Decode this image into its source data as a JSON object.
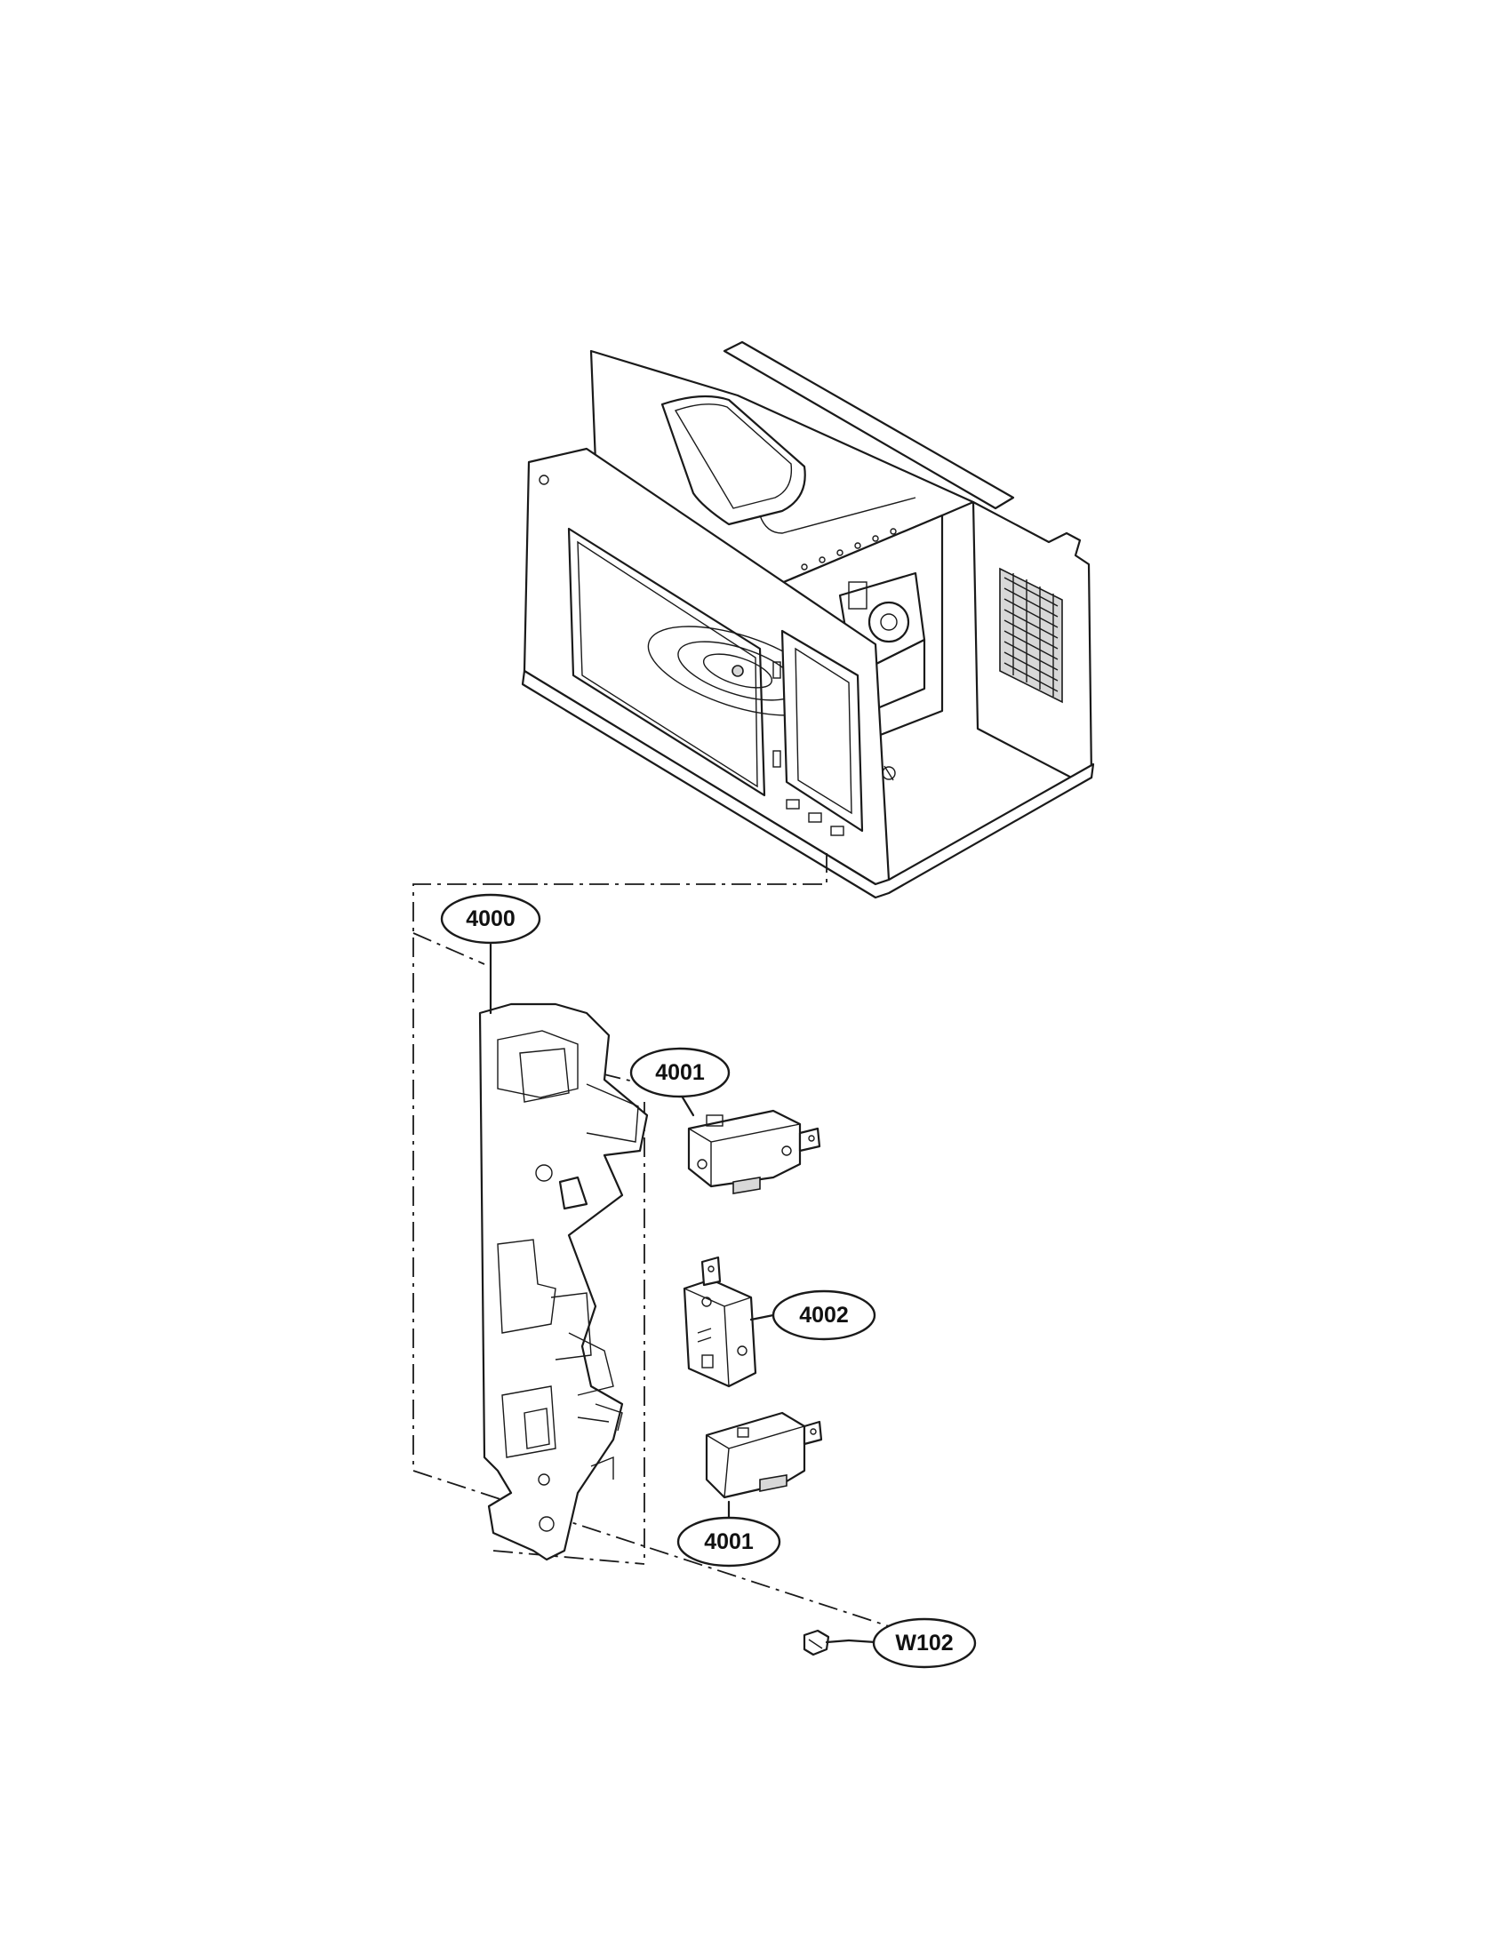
{
  "callouts": {
    "interlock_bracket": "4000",
    "switch_upper": "4001",
    "switch_middle": "4002",
    "switch_lower": "4001",
    "screw": "W102"
  }
}
